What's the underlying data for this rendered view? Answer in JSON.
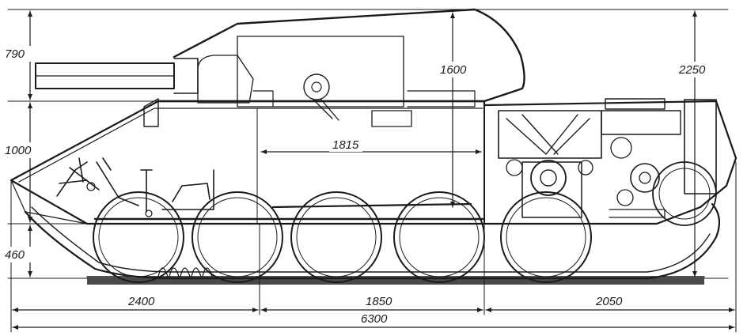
{
  "dimensions": {
    "barrel_height": "790",
    "hull_front_height": "1000",
    "turret_height": "1600",
    "inner_length": "1815",
    "overall_height": "2250",
    "ground_clearance": "460",
    "section_front": "2400",
    "section_middle": "1850",
    "section_rear": "2050",
    "overall_length": "6300"
  }
}
